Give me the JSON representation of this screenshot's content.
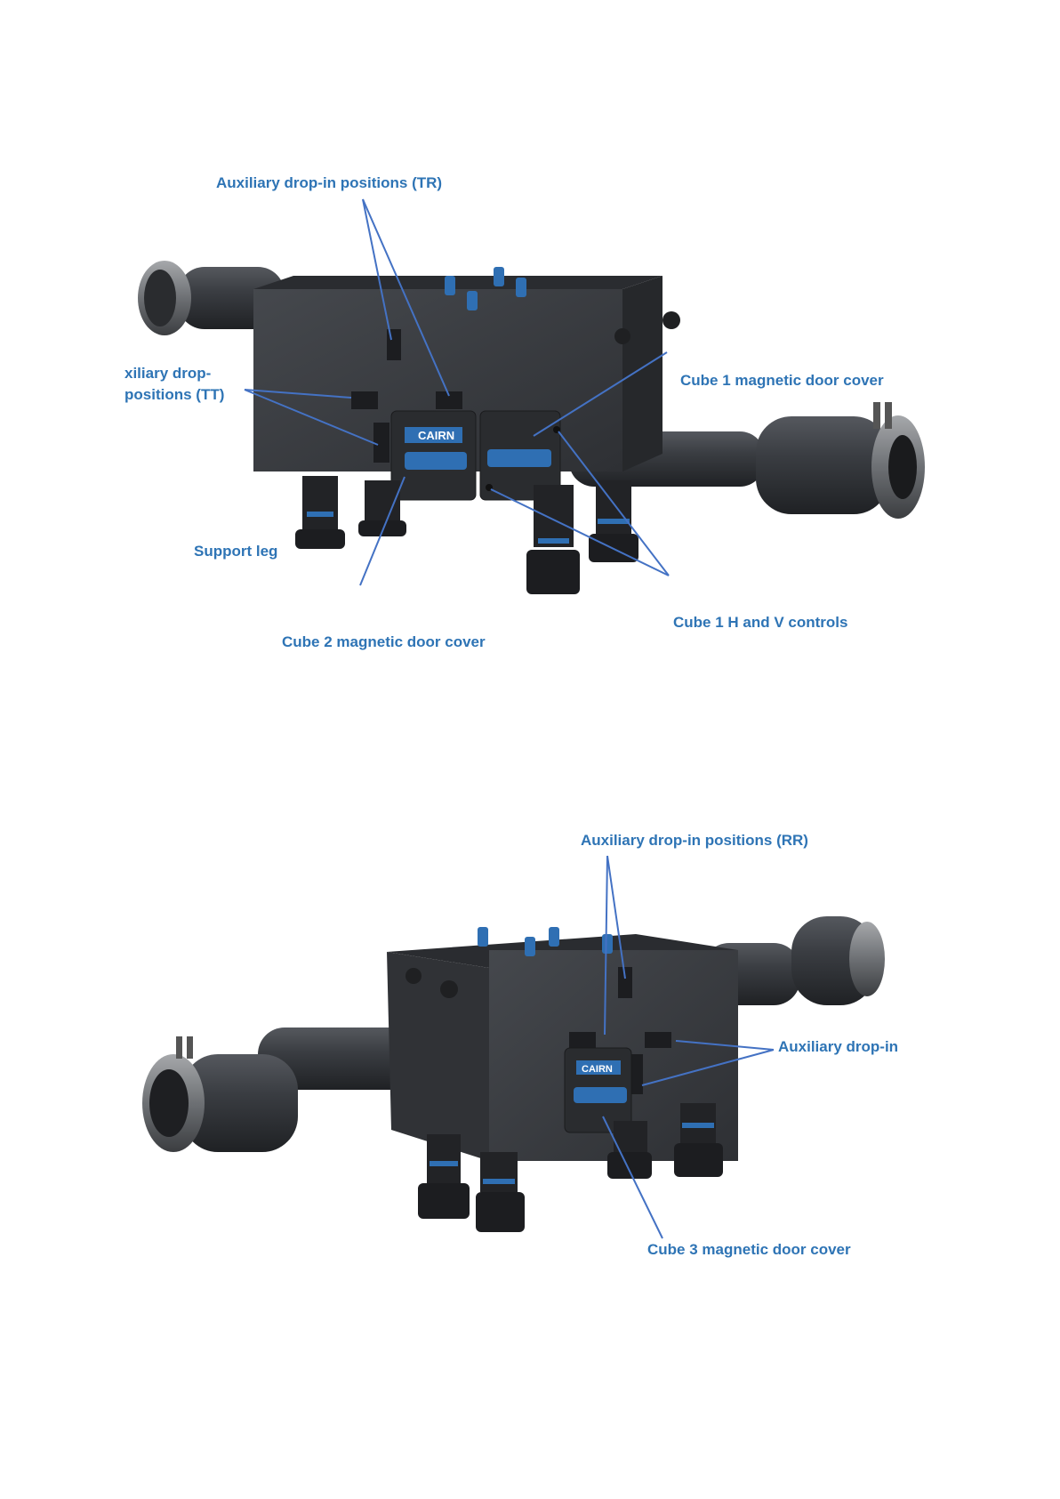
{
  "figure1": {
    "labels": {
      "aux_tr": "Auxiliary drop-in positions (TR)",
      "aux_tt_line1": "xiliary   drop-",
      "aux_tt_line2": "positions (TT)",
      "cube1_door": "Cube 1 magnetic door cover",
      "support_leg": "Support leg",
      "cube2_door": "Cube 2 magnetic door cover",
      "cube1_controls": "Cube 1 H and V controls"
    },
    "brand_label": "CAIRN"
  },
  "figure2": {
    "labels": {
      "aux_rr": "Auxiliary drop-in positions (RR)",
      "aux_drop_in": "Auxiliary drop-in",
      "cube3_door": "Cube 3 magnetic door cover"
    },
    "brand_label": "CAIRN"
  },
  "colors": {
    "label": "#2e74b5",
    "leader": "#4472c4",
    "body_dark": "#3a3d42",
    "accent_blue": "#2f6fb3"
  }
}
